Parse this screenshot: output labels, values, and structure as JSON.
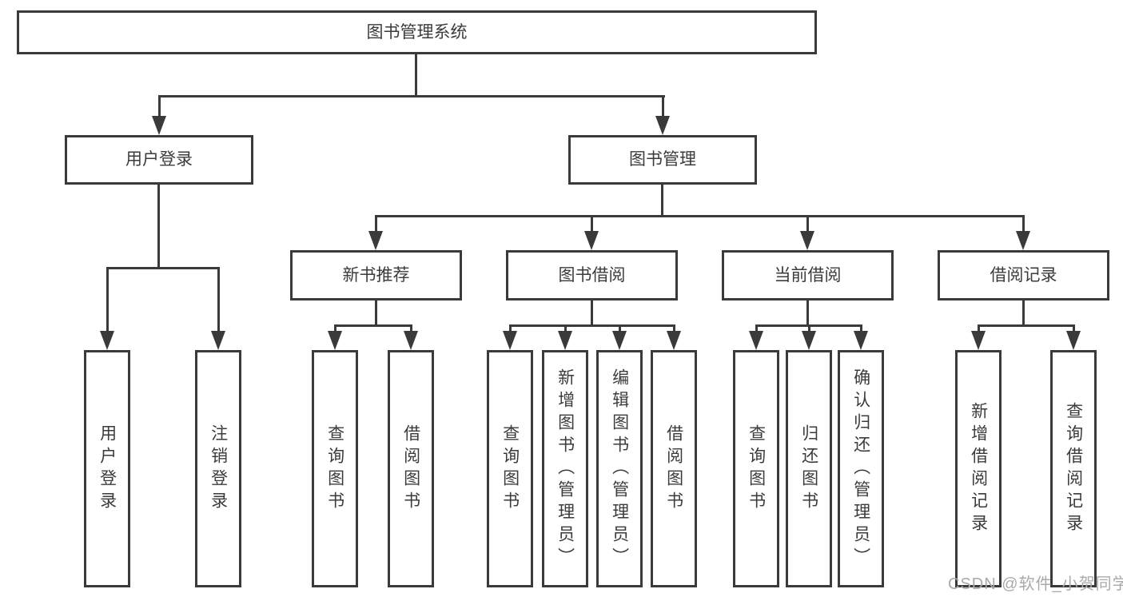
{
  "tree": {
    "root": {
      "label": "图书管理系统"
    },
    "branches": [
      {
        "label": "用户登录",
        "children": [
          {
            "label": "用户登录"
          },
          {
            "label": "注销登录"
          }
        ]
      },
      {
        "label": "图书管理",
        "children": [
          {
            "label": "新书推荐",
            "children": [
              {
                "label": "查询图书"
              },
              {
                "label": "借阅图书"
              }
            ]
          },
          {
            "label": "图书借阅",
            "children": [
              {
                "label": "查询图书"
              },
              {
                "label": "新增图书（管理员）"
              },
              {
                "label": "编辑图书（管理员）"
              },
              {
                "label": "借阅图书"
              }
            ]
          },
          {
            "label": "当前借阅",
            "children": [
              {
                "label": "查询图书"
              },
              {
                "label": "归还图书"
              },
              {
                "label": "确认归还（管理员）"
              }
            ]
          },
          {
            "label": "借阅记录",
            "children": [
              {
                "label": "新增借阅记录"
              },
              {
                "label": "查询借阅记录"
              }
            ]
          }
        ]
      }
    ]
  },
  "watermark": {
    "text": "CSDN @软件_小贺同学"
  },
  "colors": {
    "line": "#3a3a3a",
    "box_border": "#3a3a3a",
    "text": "#3b3b3b",
    "watermark": "#aaaaaa",
    "background": "#ffffff"
  }
}
